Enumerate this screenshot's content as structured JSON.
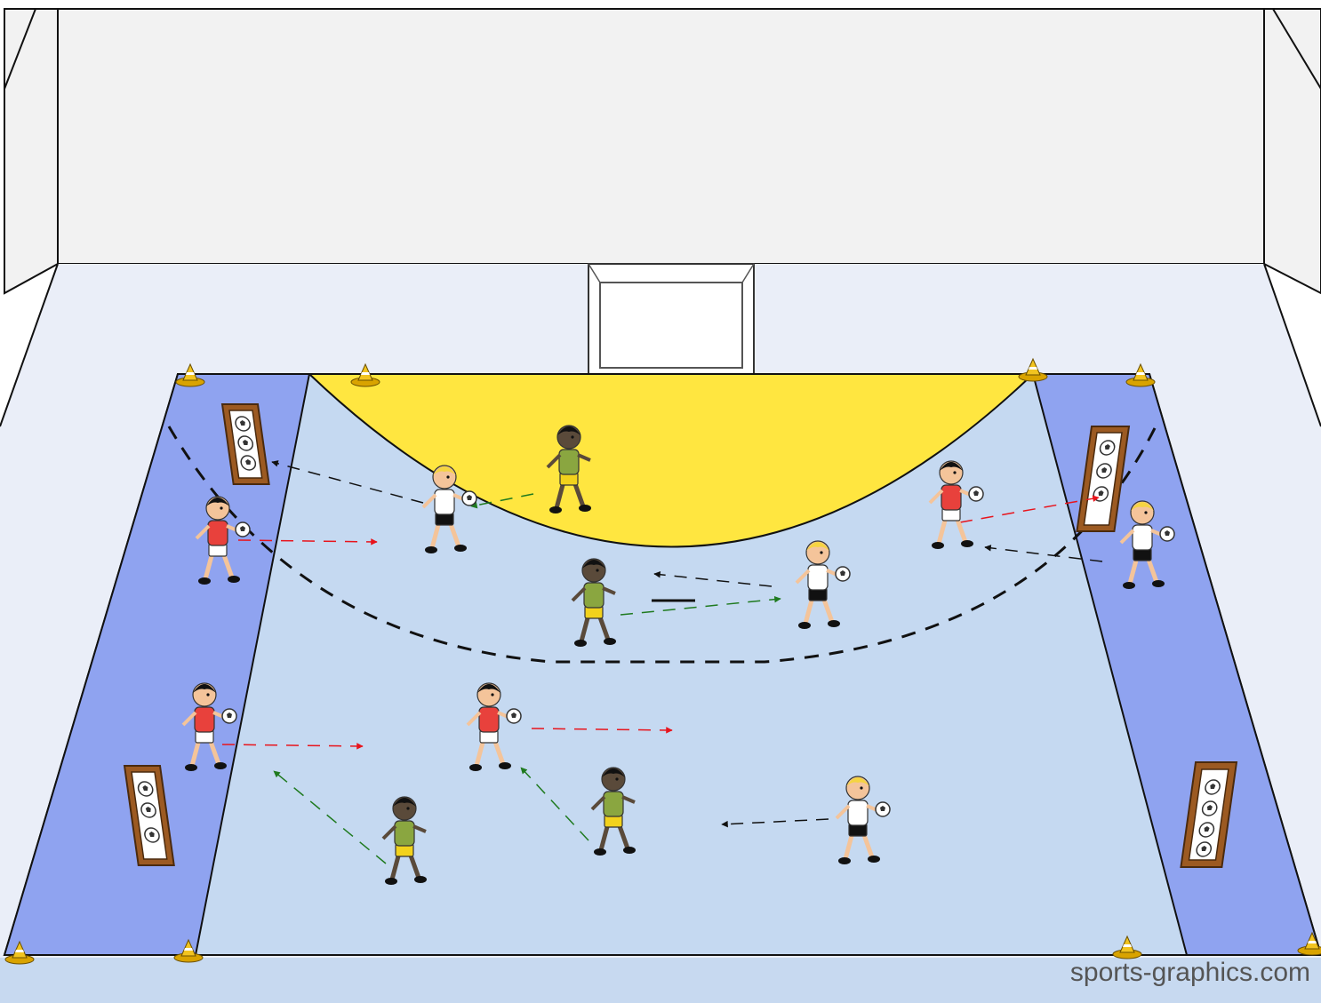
{
  "credit": "sports-graphics.com",
  "colors": {
    "wall": "#f2f2f2",
    "floor_outer": "#eaeef8",
    "floor_bottom": "#c7d9f0",
    "court": "#c5d9f1",
    "side_zone": "#8fa3f0",
    "goal_area": "#ffe640",
    "red_arrow": "#e8141c",
    "green_arrow": "#1f7a1f",
    "black_arrow": "#111111",
    "team_red": "#e8413c",
    "team_white": "#ffffff",
    "team_yellow_green": "#7f9a3a"
  },
  "icons": [
    "cone-icon",
    "ball-box-icon",
    "handball-icon",
    "goal-icon",
    "player-icon"
  ],
  "players": [
    {
      "team": "red",
      "hair": "black",
      "skin": "light"
    },
    {
      "team": "white",
      "hair": "blonde",
      "skin": "light"
    },
    {
      "team": "yellow-green",
      "hair": "black",
      "skin": "dark"
    },
    {
      "team": "red",
      "hair": "black",
      "skin": "light"
    },
    {
      "team": "white",
      "hair": "blonde",
      "skin": "light"
    },
    {
      "team": "yellow-green",
      "hair": "black",
      "skin": "dark"
    },
    {
      "team": "white",
      "hair": "blonde",
      "skin": "light"
    },
    {
      "team": "red",
      "hair": "black",
      "skin": "light"
    },
    {
      "team": "red",
      "hair": "black",
      "skin": "light"
    },
    {
      "team": "yellow-green",
      "hair": "black",
      "skin": "dark"
    },
    {
      "team": "yellow-green",
      "hair": "black",
      "skin": "dark"
    },
    {
      "team": "white",
      "hair": "blonde",
      "skin": "light"
    }
  ]
}
